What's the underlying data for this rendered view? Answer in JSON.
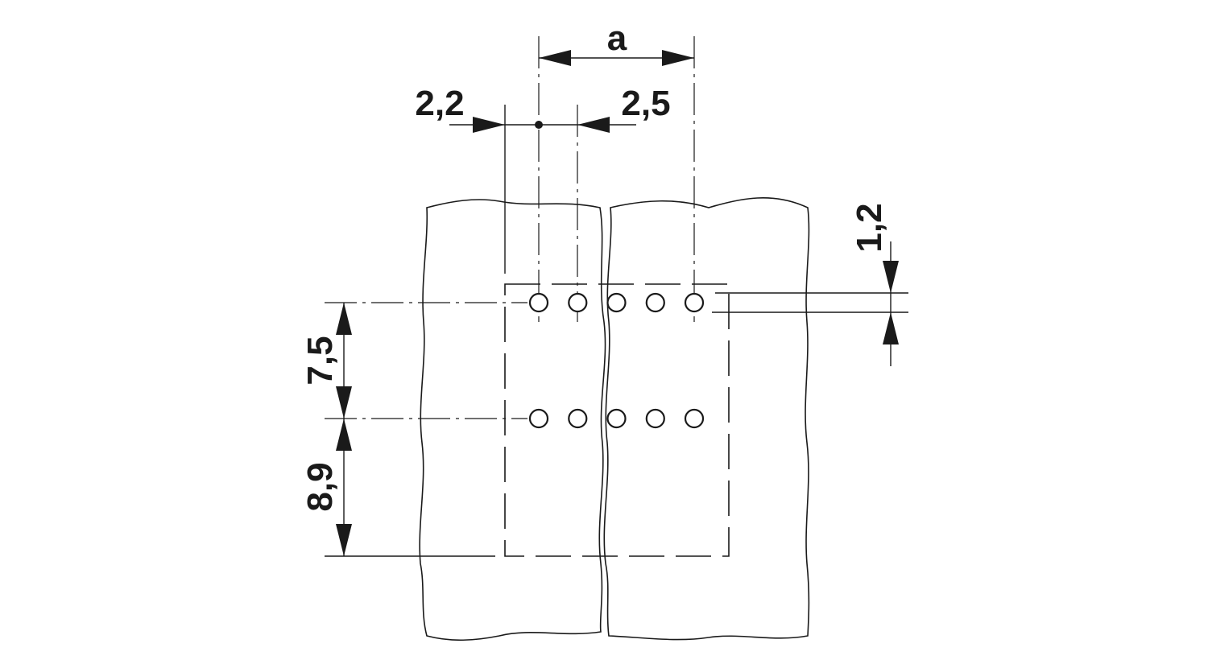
{
  "diagram": {
    "dimensions": {
      "pitch_label": "a",
      "left_offset": "2,2",
      "right_offset": "2,5",
      "vertical_offset": "1,2",
      "row_spacing": "7,5",
      "bottom_offset": "8,9"
    },
    "hole_rows": 2,
    "holes_per_row": 5,
    "line_color": "#1a1a1a",
    "background_color": "#ffffff"
  }
}
